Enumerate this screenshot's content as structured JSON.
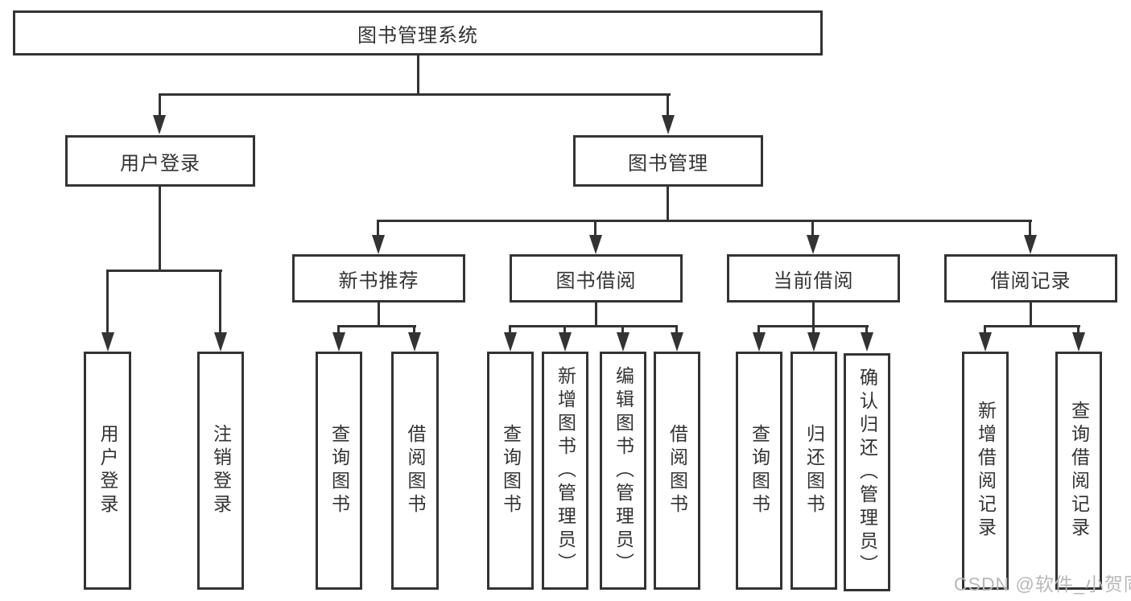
{
  "diagram": {
    "title": "图书管理系统",
    "root": {
      "label": "图书管理系统"
    },
    "branches": [
      {
        "label": "用户登录",
        "children": [
          "用户登录",
          "注销登录"
        ]
      },
      {
        "label": "图书管理",
        "children": [
          {
            "label": "新书推荐",
            "children": [
              "查询图书",
              "借阅图书"
            ]
          },
          {
            "label": "图书借阅",
            "children": [
              "查询图书",
              "新增图书（管理员）",
              "编辑图书（管理员）",
              "借阅图书"
            ]
          },
          {
            "label": "当前借阅",
            "children": [
              "查询图书",
              "归还图书",
              "确认归还（管理员）"
            ]
          },
          {
            "label": "借阅记录",
            "children": [
              "新增借阅记录",
              "查询借阅记录"
            ]
          }
        ]
      }
    ]
  },
  "watermark": {
    "text": "CSDN @软件_小贺同学"
  },
  "colors": {
    "line": "#333333",
    "text": "#333333",
    "watermark": "#b8b8b8",
    "background": "#ffffff"
  }
}
